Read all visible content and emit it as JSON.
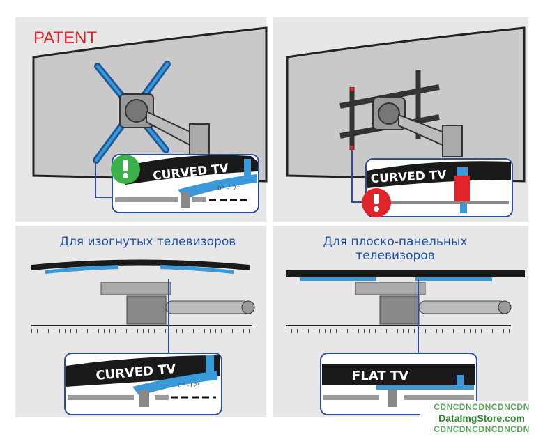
{
  "patent_label": "PATENT",
  "panels": {
    "top_left": {
      "banner": "CURVED TV",
      "angle": "0° -12°",
      "status": "ok"
    },
    "top_right": {
      "banner": "CURVED TV",
      "status": "warning"
    },
    "bottom_left": {
      "caption": "Для изогнутых телевизоров",
      "banner": "CURVED TV",
      "angle": "0° -12°"
    },
    "bottom_right": {
      "caption_line1": "Для плоско-панельных",
      "caption_line2": "телевизоров",
      "banner": "FLAT TV"
    }
  },
  "colors": {
    "accent_blue": "#3a9ad9",
    "frame_blue": "#2c4f9a",
    "ok_green": "#3cb04a",
    "warn_red": "#e0242a",
    "panel_gray": "#e7e7e7"
  },
  "watermark": {
    "line1": "CDNCDNCDNCDNCDN",
    "line2": "DataImgStore.com",
    "line3": "CDNCDNCDNCDNCDN"
  }
}
